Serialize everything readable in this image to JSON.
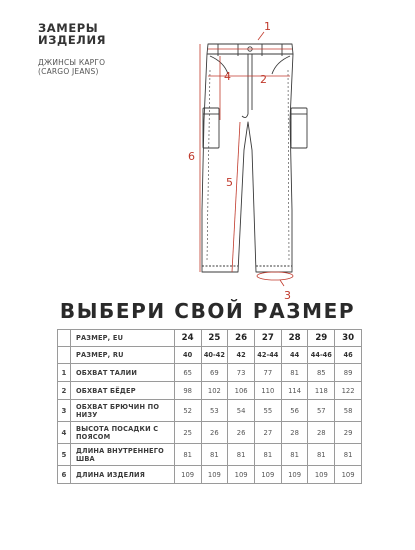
{
  "header": {
    "title_line1": "ЗАМЕРЫ",
    "title_line2": "ИЗДЕЛИЯ",
    "subtitle_line1": "ДЖИНСЫ КАРГО",
    "subtitle_line2": "(CARGO JEANS)"
  },
  "diagram": {
    "labels": [
      "1",
      "2",
      "3",
      "4",
      "5",
      "6"
    ],
    "accent_color": "#c0392b"
  },
  "section_title": "ВЫБЕРИ СВОЙ РАЗМЕР",
  "table": {
    "eu_label": "РАЗМЕР, EU",
    "ru_label": "РАЗМЕР, RU",
    "eu_sizes": [
      "24",
      "25",
      "26",
      "27",
      "28",
      "29",
      "30"
    ],
    "ru_sizes": [
      "40",
      "40-42",
      "42",
      "42-44",
      "44",
      "44-46",
      "46"
    ],
    "rows": [
      {
        "num": "1",
        "label": "ОБХВАТ ТАЛИИ",
        "values": [
          "65",
          "69",
          "73",
          "77",
          "81",
          "85",
          "89"
        ]
      },
      {
        "num": "2",
        "label": "ОБХВАТ БЁДЕР",
        "values": [
          "98",
          "102",
          "106",
          "110",
          "114",
          "118",
          "122"
        ]
      },
      {
        "num": "3",
        "label": "ОБХВАТ БРЮЧИН ПО НИЗУ",
        "values": [
          "52",
          "53",
          "54",
          "55",
          "56",
          "57",
          "58"
        ]
      },
      {
        "num": "4",
        "label": "ВЫСОТА ПОСАДКИ С ПОЯСОМ",
        "values": [
          "25",
          "26",
          "26",
          "27",
          "28",
          "28",
          "29"
        ]
      },
      {
        "num": "5",
        "label": "ДЛИНА ВНУТРЕННЕГО ШВА",
        "values": [
          "81",
          "81",
          "81",
          "81",
          "81",
          "81",
          "81"
        ]
      },
      {
        "num": "6",
        "label": "ДЛИНА ИЗДЕЛИЯ",
        "values": [
          "109",
          "109",
          "109",
          "109",
          "109",
          "109",
          "109"
        ]
      }
    ]
  }
}
